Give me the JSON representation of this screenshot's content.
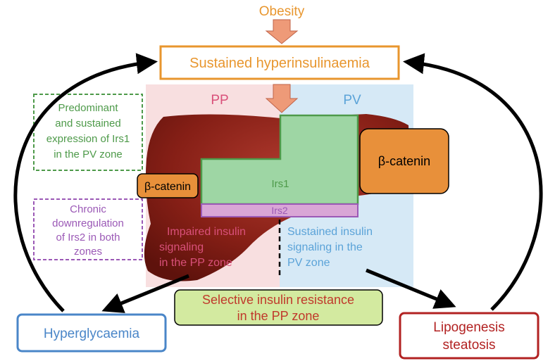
{
  "top": {
    "obesity": "Obesity",
    "hyperinsulinaemia": "Sustained hyperinsulinaemia"
  },
  "zones": {
    "pp": "PP",
    "pv": "PV"
  },
  "liver": {
    "irs1": "Irs1",
    "irs2": "Irs2"
  },
  "beta_catenin": {
    "left": "β-catenin",
    "right": "β-catenin"
  },
  "notes": {
    "irs1_lines": [
      "Predominant",
      "and sustained",
      "expression of Irs1",
      "in the PV zone"
    ],
    "irs2_lines": [
      "Chronic",
      "downregulation",
      "of Irs2 in both",
      "zones"
    ]
  },
  "signaling": {
    "pp_lines": [
      "Impaired insulin",
      "signaling",
      "in the PP zone"
    ],
    "pv_lines": [
      "Sustained insulin",
      "signaling in the",
      "PV zone"
    ]
  },
  "resistance_lines": [
    "Selective insulin resistance",
    "in the PP zone"
  ],
  "outcomes": {
    "hyperglycaemia": "Hyperglycaemia",
    "lipogenesis_lines": [
      "Lipogenesis",
      "steatosis"
    ]
  },
  "colors": {
    "orange": "#E8962E",
    "arrow_fill": "#EE9A78",
    "pp_bg": "#F8DFE0",
    "pv_bg": "#D6E9F6",
    "liver": "#7A1A12",
    "irs1": "#9ED6A4",
    "irs2": "#D9A6D6",
    "green": "#4E9A4A",
    "purple": "#9B59B6",
    "pink": "#D9507A",
    "blue_text": "#5BA3D8",
    "resistance_box": "#D3EAA0",
    "resistance_text": "#C0392B",
    "hyper_blue": "#4A86C8",
    "red": "#B22222",
    "beta_cat": "#E8903A"
  }
}
